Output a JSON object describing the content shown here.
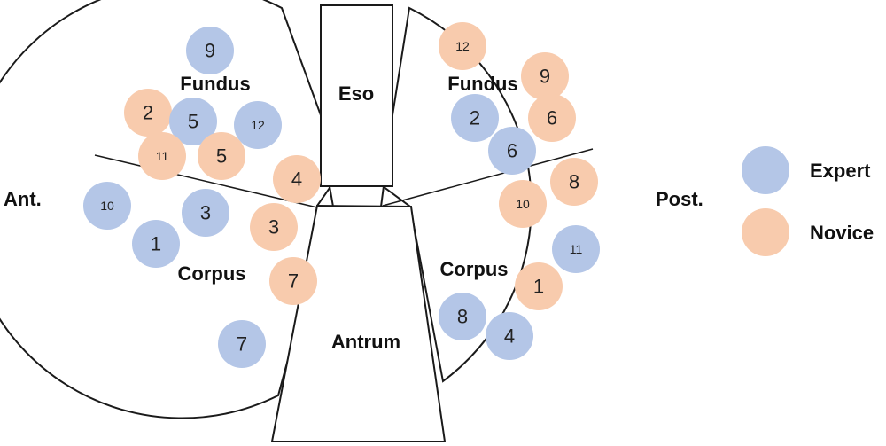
{
  "colors": {
    "expert": "#b4c6e7",
    "novice": "#f8cbad",
    "outline": "#1a1a1a"
  },
  "structures": {
    "esophagus": "Eso",
    "antrum": "Antrum"
  },
  "regions": {
    "left_fundus": "Fundus",
    "left_corpus": "Corpus",
    "right_fundus": "Fundus",
    "right_corpus": "Corpus"
  },
  "sides": {
    "anterior": "Ant.",
    "posterior": "Post."
  },
  "legend": [
    {
      "group": "expert",
      "label": "Expert"
    },
    {
      "group": "novice",
      "label": "Novice"
    }
  ],
  "markers": [
    {
      "group": "expert",
      "label": "9"
    },
    {
      "group": "novice",
      "label": "2"
    },
    {
      "group": "expert",
      "label": "5"
    },
    {
      "group": "expert",
      "label": "12"
    },
    {
      "group": "novice",
      "label": "11"
    },
    {
      "group": "novice",
      "label": "5"
    },
    {
      "group": "novice",
      "label": "4"
    },
    {
      "group": "expert",
      "label": "10"
    },
    {
      "group": "expert",
      "label": "3"
    },
    {
      "group": "novice",
      "label": "3"
    },
    {
      "group": "expert",
      "label": "1"
    },
    {
      "group": "novice",
      "label": "7"
    },
    {
      "group": "expert",
      "label": "7"
    },
    {
      "group": "novice",
      "label": "12"
    },
    {
      "group": "novice",
      "label": "9"
    },
    {
      "group": "expert",
      "label": "2"
    },
    {
      "group": "novice",
      "label": "6"
    },
    {
      "group": "expert",
      "label": "6"
    },
    {
      "group": "novice",
      "label": "8"
    },
    {
      "group": "novice",
      "label": "10"
    },
    {
      "group": "expert",
      "label": "11"
    },
    {
      "group": "novice",
      "label": "1"
    },
    {
      "group": "expert",
      "label": "8"
    },
    {
      "group": "expert",
      "label": "4"
    }
  ]
}
